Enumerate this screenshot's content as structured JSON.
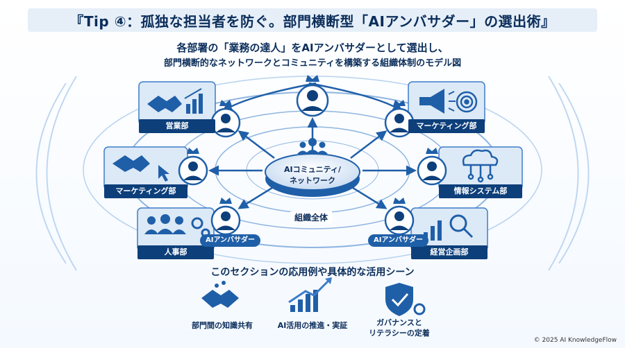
{
  "title": "『Tip ④：孤独な担当者を防ぐ。部門横断型「AIアンバサダー」の選出術』",
  "subtitle_line1": "各部署の「業務の達人」をAIアンバサダーとして選出し、",
  "subtitle_line2": "部門横断的なネットワークとコミュニティを構築する組織体制のモデル図",
  "center": {
    "line1": "AIコミュニティ/",
    "line2": "ネットワーク"
  },
  "org_label": "組織全体",
  "departments": {
    "left_top": "営業部",
    "left_mid": "マーケティング部",
    "left_bottom": "人事部",
    "right_top": "マーケティング部",
    "right_mid": "情報システム部",
    "right_bottom": "経営企画部"
  },
  "ambassador_label_left": "AIアンバサダー",
  "ambassador_label_right": "AIアンバサダー",
  "use_section_title": "このセクションの応用例や具体的な活用シーン",
  "use_cases": {
    "sharing": "部門間の知識共有",
    "promotion": "AI活用の推進・実証",
    "gov_line1": "ガバナンスと",
    "gov_line2": "リテラシーの定着"
  },
  "copyright": "© 2025 AI KnowledgeFlow",
  "colors": {
    "navy": "#0d3f7a",
    "blue": "#1f5fa8",
    "light": "#dce9f7",
    "accent": "#3d7cc9"
  }
}
